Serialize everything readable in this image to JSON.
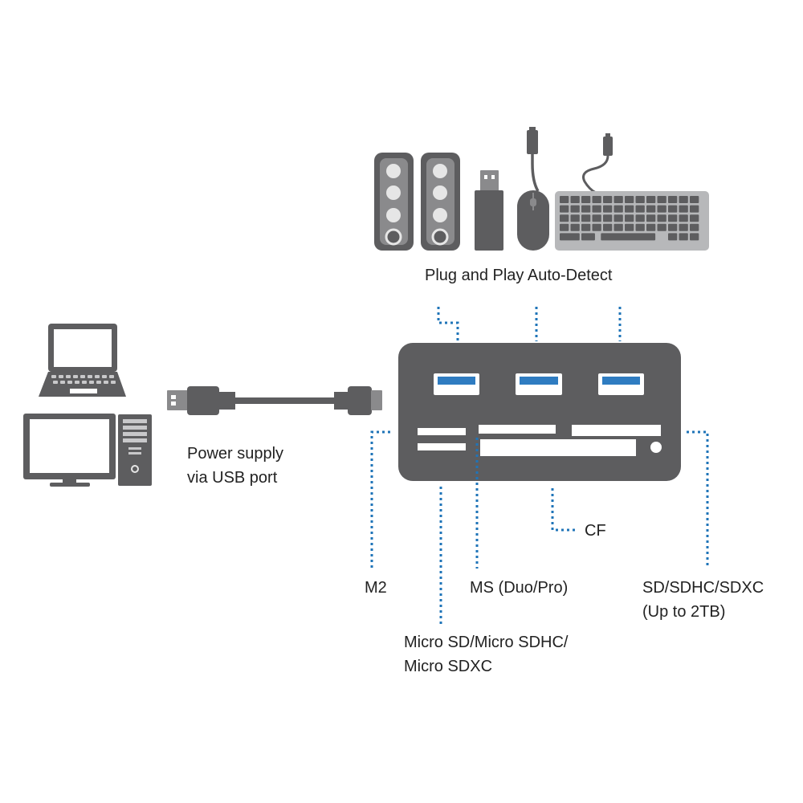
{
  "labels": {
    "plug_and_play": "Plug and Play Auto-Detect",
    "power_supply": [
      "Power supply",
      "via USB port"
    ],
    "cf": "CF",
    "m2": "M2",
    "ms": "MS (Duo/Pro)",
    "sd": [
      "SD/SDHC/SDXC",
      "(Up to 2TB)"
    ],
    "micro_sd": [
      "Micro SD/Micro SDHC/",
      "Micro SDXC"
    ]
  },
  "icons": [
    "speaker-icon",
    "usb-flash-drive-icon",
    "mouse-icon",
    "keyboard-icon",
    "laptop-icon",
    "desktop-monitor-icon",
    "desktop-tower-icon",
    "usb-cable-icon",
    "card-reader-hub-icon"
  ],
  "colors": {
    "device_gray": "#5d5d5f",
    "device_light": "#b7b8ba",
    "usb_port_blue": "#2f7cc1",
    "leader_blue": "#1f74b8",
    "text": "#222222"
  }
}
